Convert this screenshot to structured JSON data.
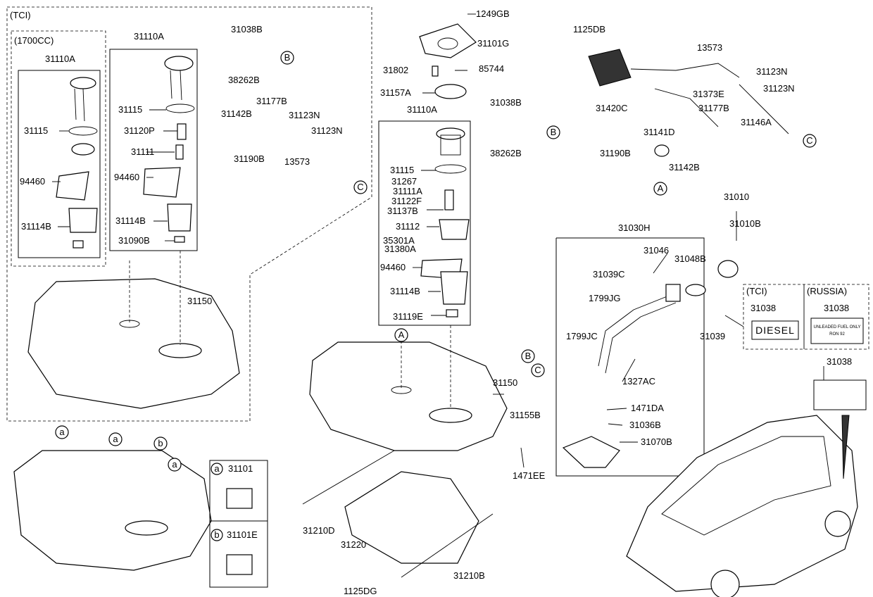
{
  "groups": {
    "tci_main": "(TCI)",
    "cc1700": "(1700CC)",
    "tci_box": "(TCI)",
    "russia_box": "(RUSSIA)"
  },
  "refs": {
    "a": "a",
    "b": "b",
    "A": "A",
    "B": "B",
    "C": "C"
  },
  "parts": {
    "p31110A_1": "31110A",
    "p31110A_2": "31110A",
    "p31110A_3": "31110A",
    "p31038B_1": "31038B",
    "p31038B_2": "31038B",
    "p38262B_1": "38262B",
    "p38262B_2": "38262B",
    "p31115_1": "31115",
    "p31115_2": "31115",
    "p31115_3": "31115",
    "p31120P": "31120P",
    "p31111": "31111",
    "p94460_1": "94460",
    "p94460_2": "94460",
    "p94460_3": "94460",
    "p31114B_1": "31114B",
    "p31114B_2": "31114B",
    "p31114B_3": "31114B",
    "p31090B": "31090B",
    "p31177B_1": "31177B",
    "p31177B_2": "31177B",
    "p31142B_1": "31142B",
    "p31142B_2": "31142B",
    "p31123N_1": "31123N",
    "p31123N_2": "31123N",
    "p31123N_3": "31123N",
    "p31123N_4": "31123N",
    "p31190B_1": "31190B",
    "p31190B_2": "31190B",
    "p13573_1": "13573",
    "p13573_2": "13573",
    "p31150_1": "31150",
    "p31150_2": "31150",
    "p1249GB": "1249GB",
    "p31101G": "31101G",
    "p31802": "31802",
    "p85744": "85744",
    "p31157A": "31157A",
    "p31267": "31267",
    "p31111A": "31111A",
    "p31122F": "31122F",
    "p31137B": "31137B",
    "p31112": "31112",
    "p35301A": "35301A",
    "p31380A": "31380A",
    "p31119E": "31119E",
    "p1125DB": "1125DB",
    "p31373E": "31373E",
    "p31420C": "31420C",
    "p31146A": "31146A",
    "p31141D": "31141D",
    "p31010": "31010",
    "p31010B": "31010B",
    "p31030H": "31030H",
    "p31046": "31046",
    "p31039C": "31039C",
    "p31048B": "31048B",
    "p1799JG": "1799JG",
    "p1799JC": "1799JC",
    "p31039": "31039",
    "p1327AC": "1327AC",
    "p1471DA": "1471DA",
    "p31036B": "31036B",
    "p31070B": "31070B",
    "p31155B": "31155B",
    "p1471EE": "1471EE",
    "p31038_1": "31038",
    "p31038_2": "31038",
    "p31038_3": "31038",
    "p31101": "31101",
    "p31101E": "31101E",
    "p31210D": "31210D",
    "p31220": "31220",
    "p31210B": "31210B",
    "p1125DG": "1125DG"
  },
  "labels": {
    "diesel": "DIESEL",
    "russia_label_1": "UNLEADED FUEL ONLY",
    "russia_label_2": "RON 92"
  }
}
